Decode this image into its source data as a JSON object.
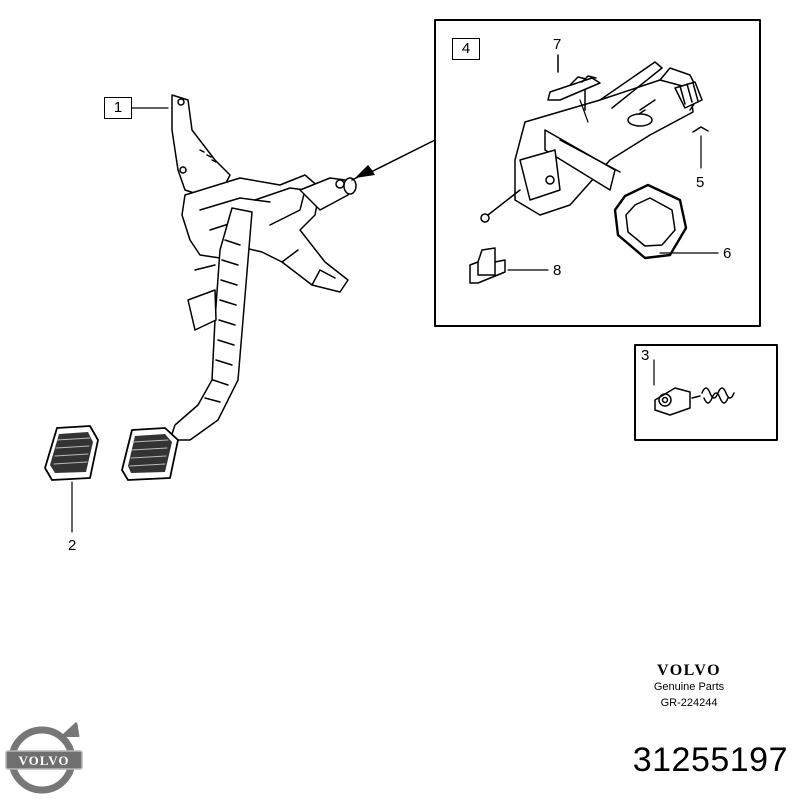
{
  "diagram": {
    "callouts": {
      "c1": "1",
      "c2": "2",
      "c3": "3",
      "c4": "4",
      "c5": "5",
      "c6": "6",
      "c7": "7",
      "c8": "8"
    }
  },
  "branding": {
    "logo_wordmark": "VOLVO",
    "logo_badge_text": "VOLVO",
    "subtitle": "Genuine Parts",
    "drawing_code": "GR-224244"
  },
  "part_number": "31255197"
}
